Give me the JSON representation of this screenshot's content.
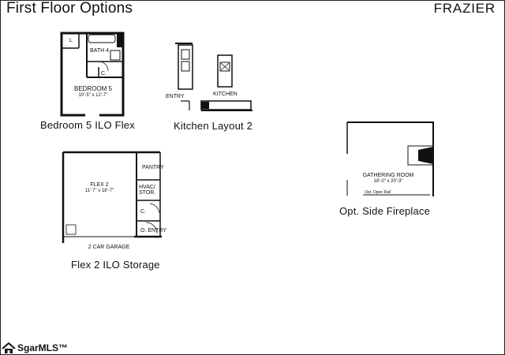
{
  "header": {
    "title": "First Floor Options",
    "brand": "FRAZIER"
  },
  "captions": {
    "bedroom": "Bedroom 5 ILO Flex",
    "kitchen": "Kitchen Layout 2",
    "flex": "Flex 2 ILO Storage",
    "fireplace": "Opt. Side Fireplace"
  },
  "bedroom_plan": {
    "l_label": "L",
    "bath_label": "BATH 4",
    "closet_label": "C.",
    "room_name": "BEDROOM 5",
    "room_dims": "10'-5\" x 12'-7\""
  },
  "kitchen_plan": {
    "entry_label": "ENTRY",
    "kitchen_label": "KITCHEN"
  },
  "flex_plan": {
    "room_name": "FLEX 2",
    "room_dims": "11'-7\" x 18'-7\"",
    "pantry_label": "PANTRY",
    "hvac_label_1": "HVAC/",
    "hvac_label_2": "STOR.",
    "closet_label": "C.",
    "entry_label": "O. ENTRY",
    "garage_label": "2 CAR GARAGE"
  },
  "fireplace_plan": {
    "room_name": "GATHERING ROOM",
    "room_dims": "18'-0\" x 20'-3\"",
    "rail_label": "Opt. Open Rail"
  },
  "footer": {
    "mls_label": "SgarMLS™"
  }
}
